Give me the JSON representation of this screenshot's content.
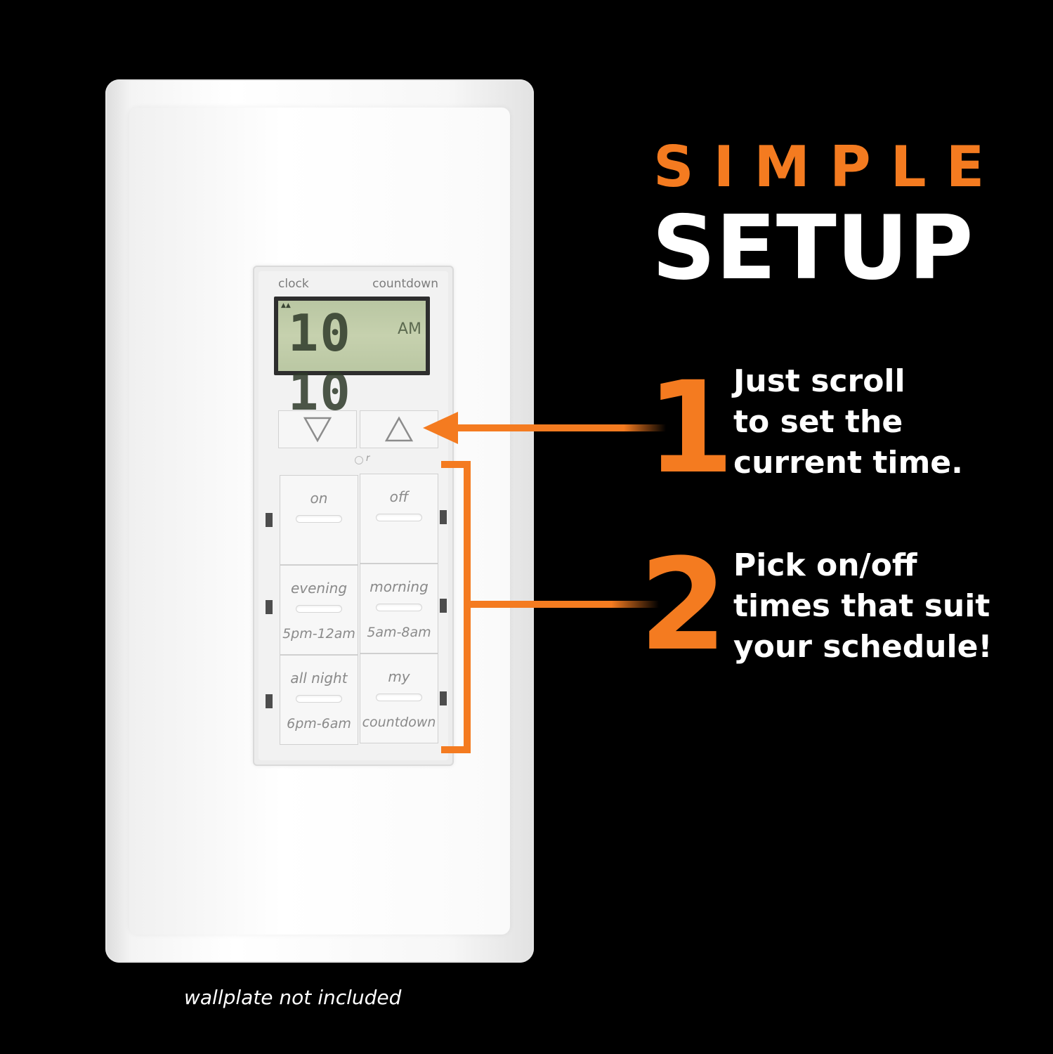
{
  "headline": {
    "line1": "SIMPLE",
    "line2": "SETUP"
  },
  "steps": [
    {
      "number": "1",
      "text": "Just scroll\nto set the\ncurrent time."
    },
    {
      "number": "2",
      "text": "Pick on/off\ntimes that suit\nyour schedule!"
    }
  ],
  "device": {
    "clock_label": "clock",
    "countdown_label": "countdown",
    "display_time": "10 10",
    "display_ampm": "AM",
    "display_indicator": "▲▲",
    "down_button_icon": "triangle-down-icon",
    "up_button_icon": "triangle-up-icon",
    "reset_label": "r",
    "keys": [
      {
        "top": "on",
        "bottom": ""
      },
      {
        "top": "off",
        "bottom": ""
      },
      {
        "top": "evening",
        "bottom": "5pm-12am"
      },
      {
        "top": "morning",
        "bottom": "5am-8am"
      },
      {
        "top": "all night",
        "bottom": "6pm-6am"
      },
      {
        "top": "my",
        "bottom": "countdown"
      }
    ]
  },
  "footnote": "wallplate not included",
  "colors": {
    "accent": "#f47b20",
    "background": "#000000",
    "text": "#ffffff"
  }
}
